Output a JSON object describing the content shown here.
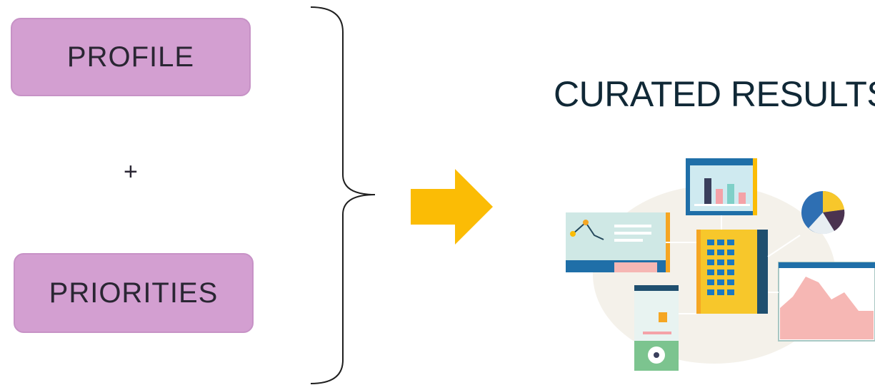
{
  "inputs": {
    "profile_label": "PROFILE",
    "operator": "+",
    "priorities_label": "PRIORITIES"
  },
  "output": {
    "title": "CURATED RESULTS",
    "illustration_icon": "dashboard-analytics-illustration"
  },
  "colors": {
    "box_fill": "#d39fd1",
    "box_border": "#c792c6",
    "arrow": "#fbbc05",
    "title_text": "#102836"
  }
}
